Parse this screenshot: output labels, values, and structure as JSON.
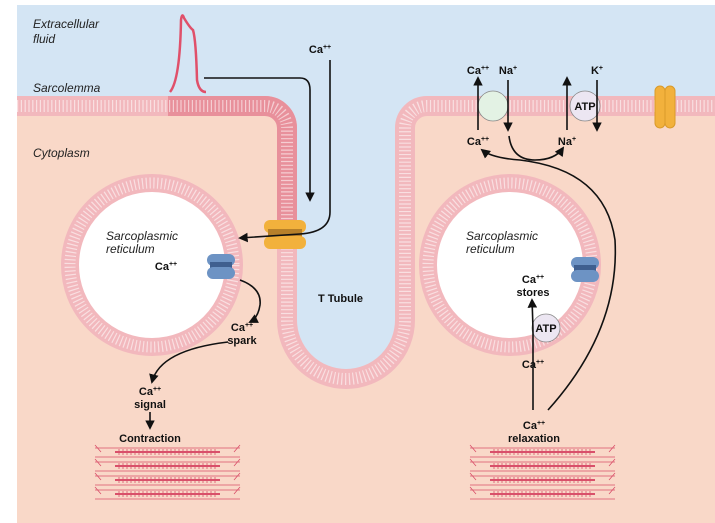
{
  "labels": {
    "extracellular_line1": "Extracellular",
    "extracellular_line2": "fluid",
    "sarcolemma": "Sarcolemma",
    "cytoplasm": "Cytoplasm",
    "sr_left_line1": "Sarcoplasmic",
    "sr_left_line2": "reticulum",
    "sr_right_line1": "Sarcoplasmic",
    "sr_right_line2": "reticulum",
    "t_tubule": "T Tubule"
  },
  "ions": {
    "ca": "Ca",
    "ca_charge": "++",
    "na": "Na",
    "na_charge": "+",
    "k": "K",
    "k_charge": "+"
  },
  "steps": {
    "spark": "spark",
    "signal": "signal",
    "contraction": "Contraction",
    "stores": "stores",
    "relaxation": "relaxation",
    "atp": "ATP"
  },
  "colors": {
    "extracellular": "#d4e5f4",
    "cytoplasm": "#f9d8c8",
    "membrane": "#f2b8bd",
    "depolarized_membrane": "#e8909b",
    "action_potential": "#e0506a",
    "l_type_channel": "#f2b13c",
    "ryanodine_receptor": "#6d93c4",
    "exchanger": "#e3f2e4",
    "atp_pump": "#ece6f2",
    "sarcomere": "#d9506a"
  }
}
